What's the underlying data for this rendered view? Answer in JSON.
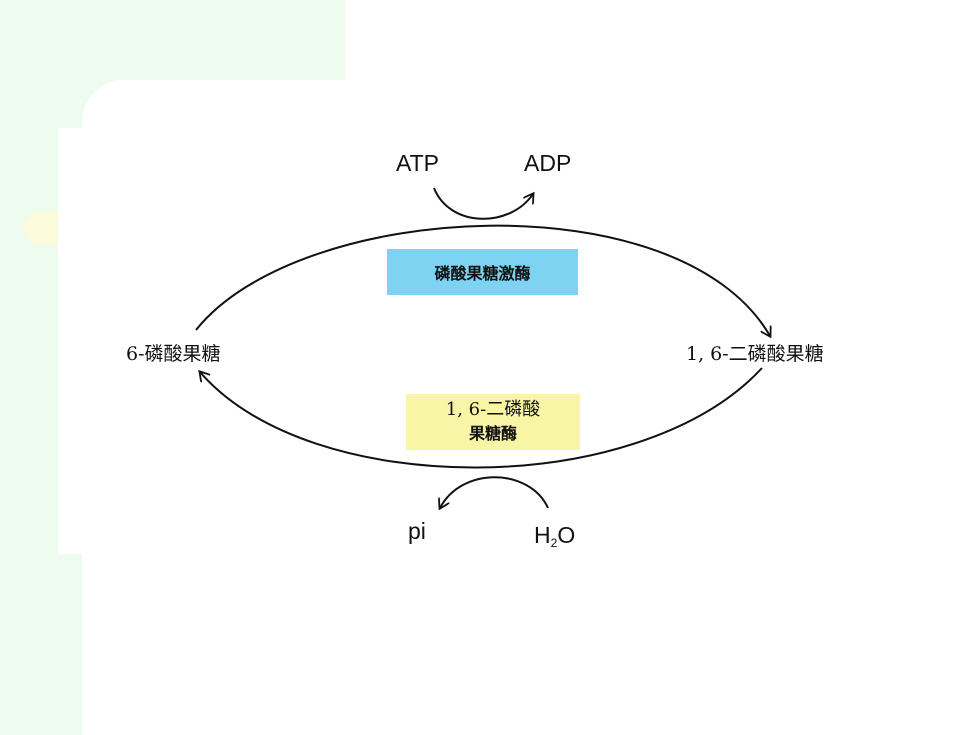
{
  "colors": {
    "background_tint": "#eefbef",
    "kinase_box": "#7fd3f2",
    "phosphatase_box": "#f8f5a6",
    "stroke": "#111111"
  },
  "diagram": {
    "left_metabolite": "6-磷酸果糖",
    "right_metabolite": "1, 6-二磷酸果糖",
    "top_enzyme": "磷酸果糖激酶",
    "bottom_enzyme_line1": "1, 6-二磷酸",
    "bottom_enzyme_line2": "果糖酶",
    "top_cofactor_in": "ATP",
    "top_cofactor_out": "ADP",
    "bottom_cofactor_out": "pi",
    "bottom_cofactor_in_main": "H",
    "bottom_cofactor_in_sub": "2",
    "bottom_cofactor_in_end": "O"
  }
}
